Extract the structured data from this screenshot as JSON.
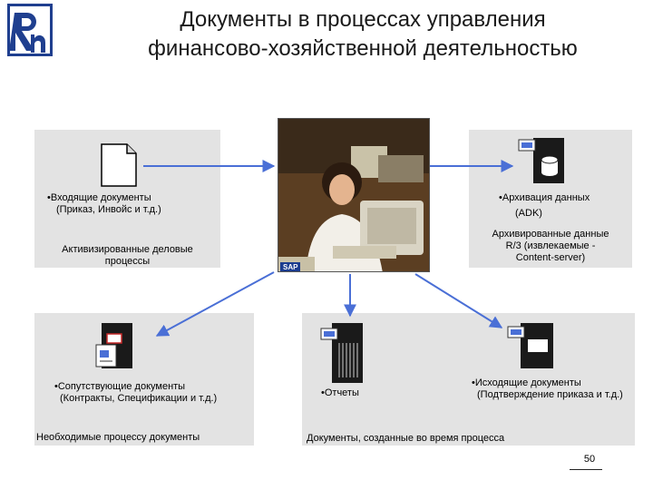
{
  "title_line1": "Документы в процессах управления",
  "title_line2": "финансово-хозяйственной деятельностью",
  "photo": {
    "badge": "SAP"
  },
  "panel_inbound": {
    "item": "•Входящие документы",
    "item_sub": "(Приказ, Инвойс и т.д.)",
    "caption_line1": "Активизированные деловые",
    "caption_line2": "процессы"
  },
  "panel_archive": {
    "item": "•Архивация данных",
    "item_sub": "(ADK)",
    "caption_line1": "Архивированные данные",
    "caption_line2": "R/3 (извлекаемые -",
    "caption_line3": "Content-server)"
  },
  "panel_support": {
    "item": "•Сопутствующие документы",
    "item_sub": "(Контракты, Спецификации и т.д.)",
    "caption": "Необходимые процессу документы"
  },
  "panel_reports": {
    "item": "•Отчеты"
  },
  "panel_outbound": {
    "item": "•Исходящие документы",
    "item_sub": "(Подтверждение приказа и т.д.)"
  },
  "caption_created": "Документы, созданные во время процесса",
  "page_number": "50",
  "colors": {
    "panel": "#e3e3e3",
    "arrow": "#4a6fd6",
    "logo_blue": "#1f3f8f"
  }
}
